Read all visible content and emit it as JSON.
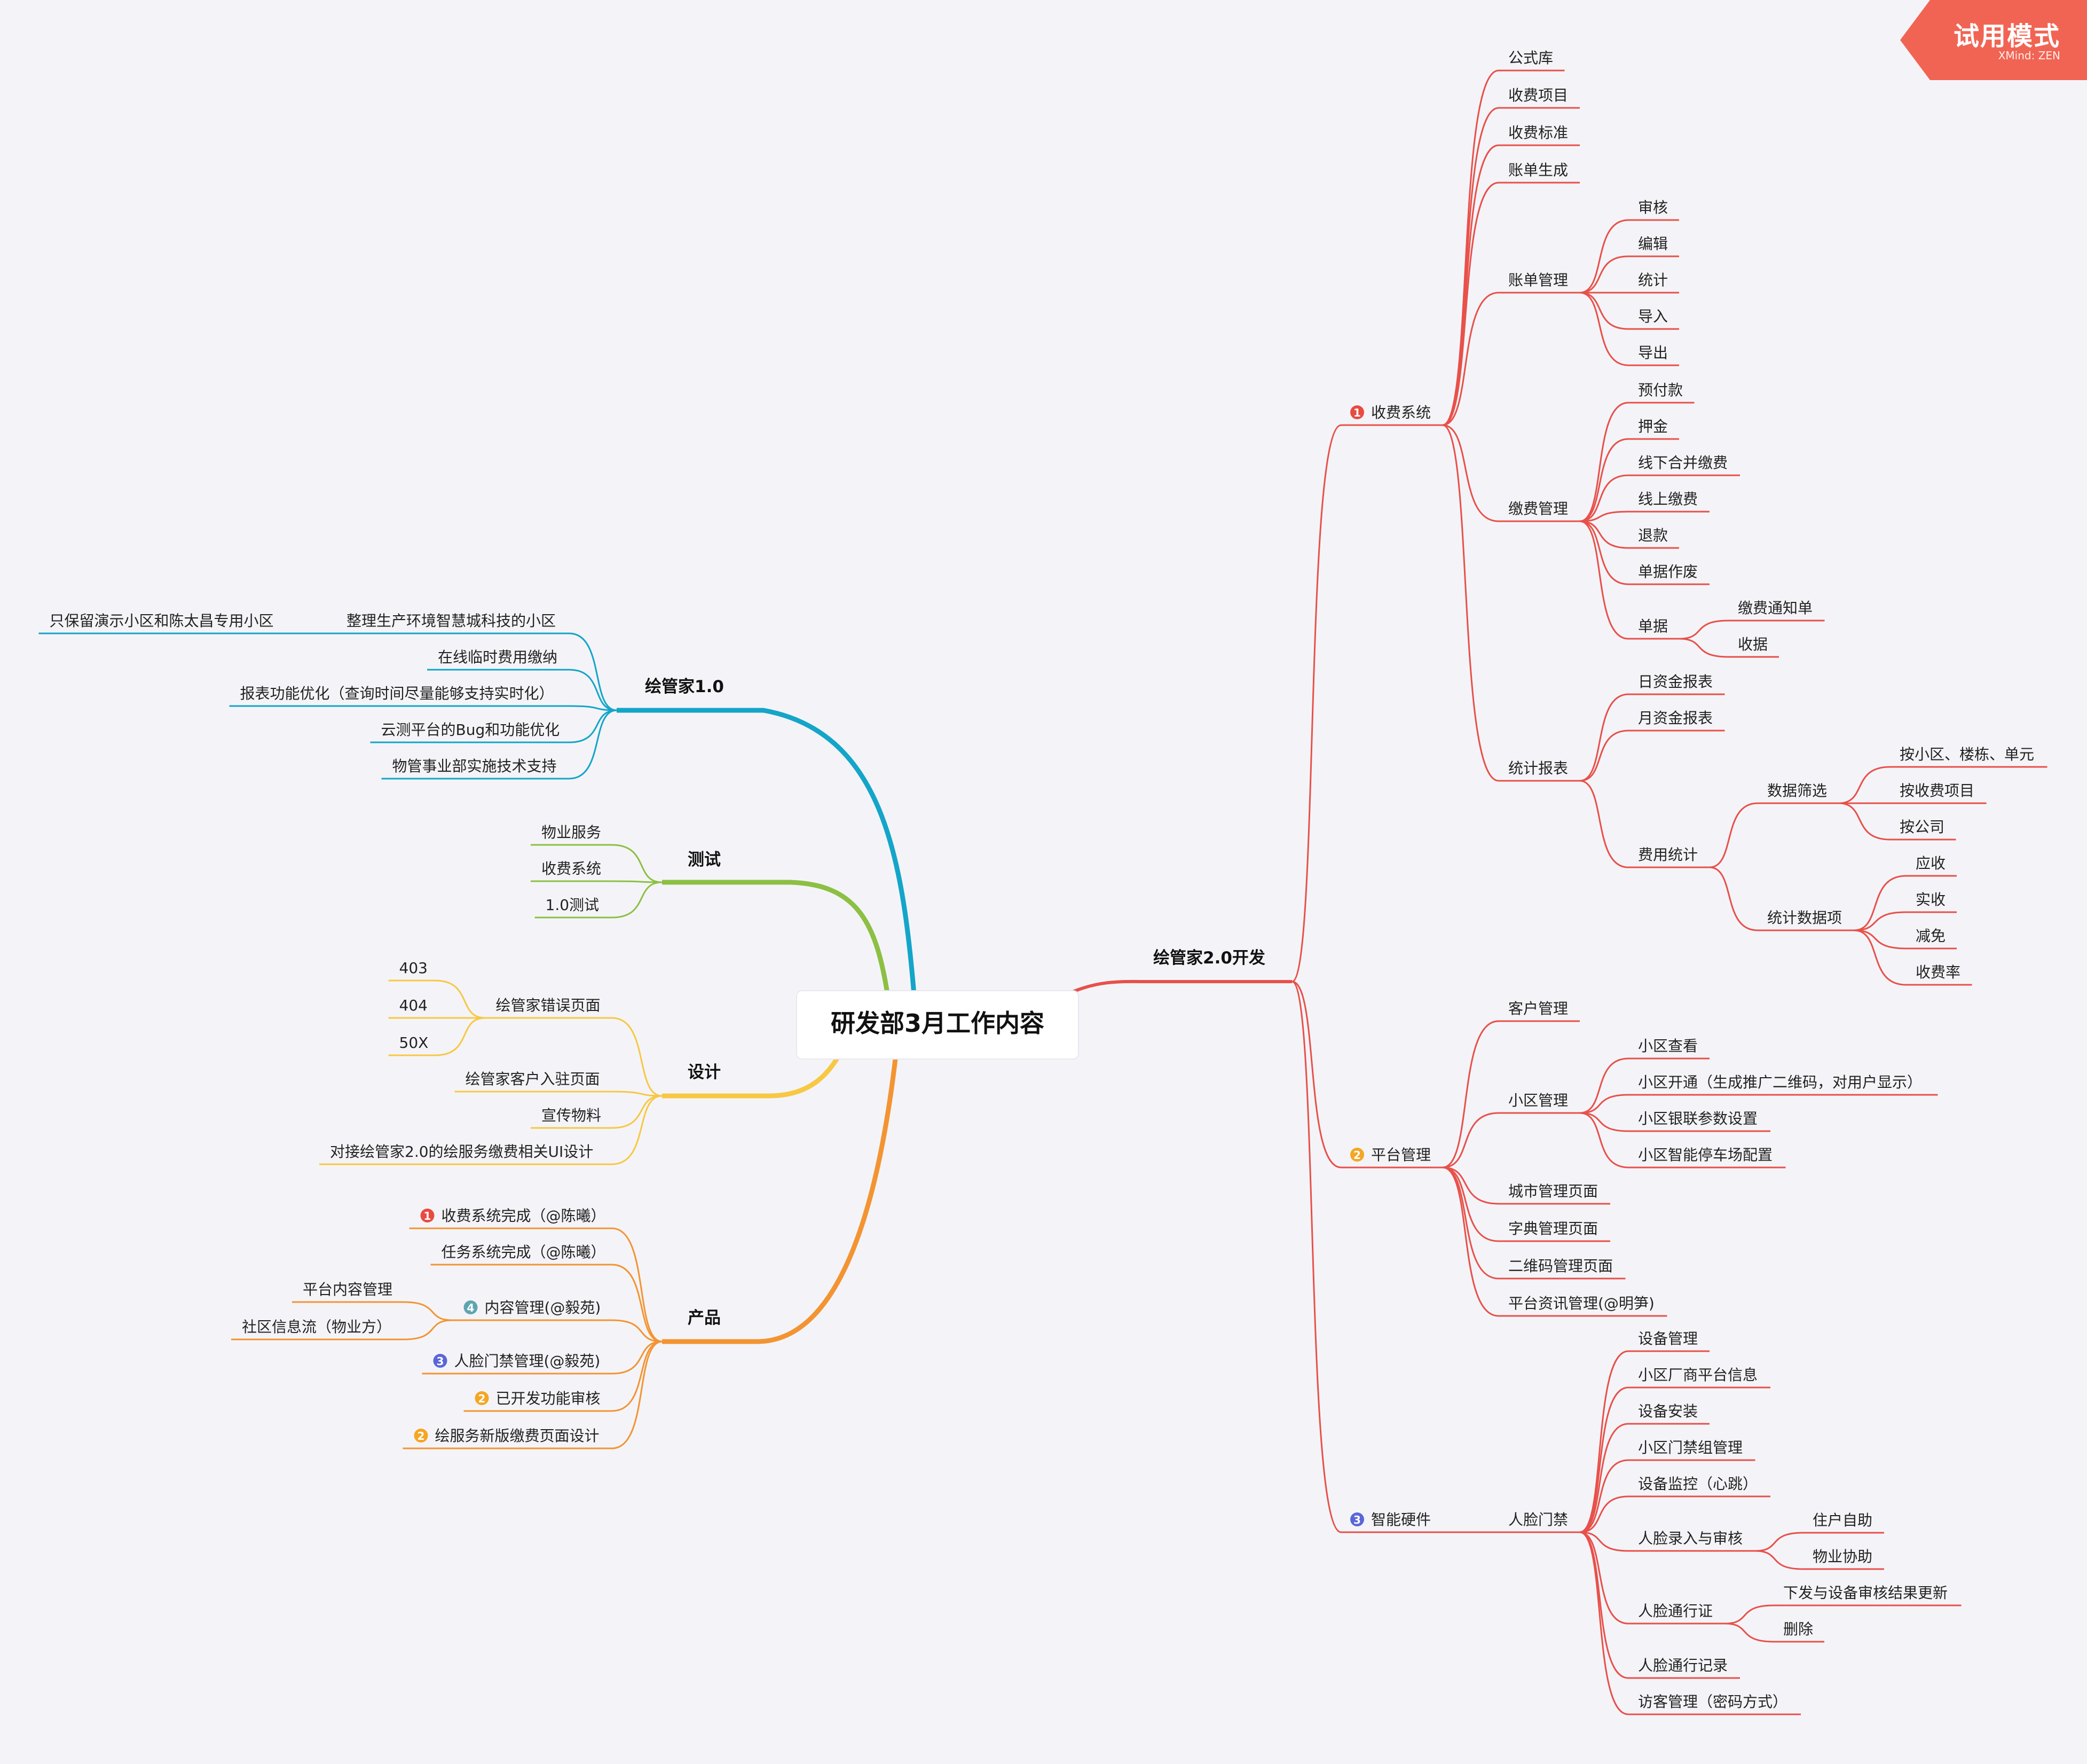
{
  "watermark": {
    "mode": "试用模式",
    "brand": "XMind: ZEN"
  },
  "colors": {
    "v2": "#e8504a",
    "v1": "#14a5c9",
    "test": "#8cc043",
    "design": "#f7c843",
    "product": "#f39432",
    "badge_red": "#e84b41",
    "badge_orange": "#f5a623",
    "badge_blue": "#5a66d8",
    "badge_teal": "#5fa5b0"
  },
  "mindmap": {
    "root": "研发部3月工作内容",
    "v2": {
      "label": "绘管家2.0开发",
      "fee": {
        "label": "收费系统",
        "badge": "1",
        "items": {
          "formula": "公式库",
          "items": "收费项目",
          "standard": "收费标准",
          "bill_gen": "账单生成",
          "bill_mgmt": {
            "label": "账单管理",
            "children": [
              "审核",
              "编辑",
              "统计",
              "导入",
              "导出"
            ]
          },
          "pay_mgmt": {
            "label": "缴费管理",
            "children": [
              "预付款",
              "押金",
              "线下合并缴费",
              "线上缴费",
              "退款",
              "单据作废"
            ],
            "receipt": {
              "label": "单据",
              "children": [
                "缴费通知单",
                "收据"
              ]
            }
          },
          "report": {
            "label": "统计报表",
            "children": [
              "日资金报表",
              "月资金报表"
            ],
            "fee_stats": {
              "label": "费用统计",
              "filter": {
                "label": "数据筛选",
                "children": [
                  "按小区、楼栋、单元",
                  "按收费项目",
                  "按公司"
                ]
              },
              "metrics": {
                "label": "统计数据项",
                "children": [
                  "应收",
                  "实收",
                  "减免",
                  "收费率"
                ]
              }
            }
          }
        }
      },
      "platform": {
        "label": "平台管理",
        "badge": "2",
        "customer": "客户管理",
        "community": {
          "label": "小区管理",
          "children": [
            "小区查看",
            "小区开通（生成推广二维码，对用户显示）",
            "小区银联参数设置",
            "小区智能停车场配置"
          ]
        },
        "others": [
          "城市管理页面",
          "字典管理页面",
          "二维码管理页面",
          "平台资讯管理(@明笋)"
        ]
      },
      "hardware": {
        "label": "智能硬件",
        "badge": "3",
        "face": {
          "label": "人脸门禁",
          "children": [
            "设备管理",
            "小区厂商平台信息",
            "设备安装",
            "小区门禁组管理",
            "设备监控（心跳）"
          ],
          "entry": {
            "label": "人脸录入与审核",
            "children": [
              "住户自助",
              "物业协助"
            ]
          },
          "pass": {
            "label": "人脸通行证",
            "children": [
              "下发与设备审核结果更新",
              "删除"
            ]
          },
          "tail": [
            "人脸通行记录",
            "访客管理（密码方式）"
          ]
        }
      }
    },
    "v1": {
      "label": "绘管家1.0",
      "children": [
        "整理生产环境智慧城科技的小区",
        "在线临时费用缴纳",
        "报表功能优化（查询时间尽量能够支持实时化）",
        "云测平台的Bug和功能优化",
        "物管事业部实施技术支持"
      ],
      "sub": "只保留演示小区和陈太昌专用小区"
    },
    "test": {
      "label": "测试",
      "children": [
        "物业服务",
        "收费系统",
        "1.0测试"
      ]
    },
    "design": {
      "label": "设计",
      "error": {
        "label": "绘管家错误页面",
        "children": [
          "403",
          "404",
          "50X"
        ]
      },
      "children": [
        "绘管家客户入驻页面",
        "宣传物料",
        "对接绘管家2.0的绘服务缴费相关UI设计"
      ]
    },
    "product": {
      "label": "产品",
      "items": [
        {
          "label": "收费系统完成（@陈曦）",
          "badge": "1"
        },
        {
          "label": "任务系统完成（@陈曦）",
          "badge": ""
        },
        {
          "label": "内容管理(@毅苑)",
          "badge": "4"
        },
        {
          "label": "人脸门禁管理(@毅苑)",
          "badge": "3"
        },
        {
          "label": "已开发功能审核",
          "badge": "2"
        },
        {
          "label": "绘服务新版缴费页面设计",
          "badge": "2"
        }
      ],
      "content_children": [
        "平台内容管理",
        "社区信息流（物业方）"
      ]
    }
  }
}
